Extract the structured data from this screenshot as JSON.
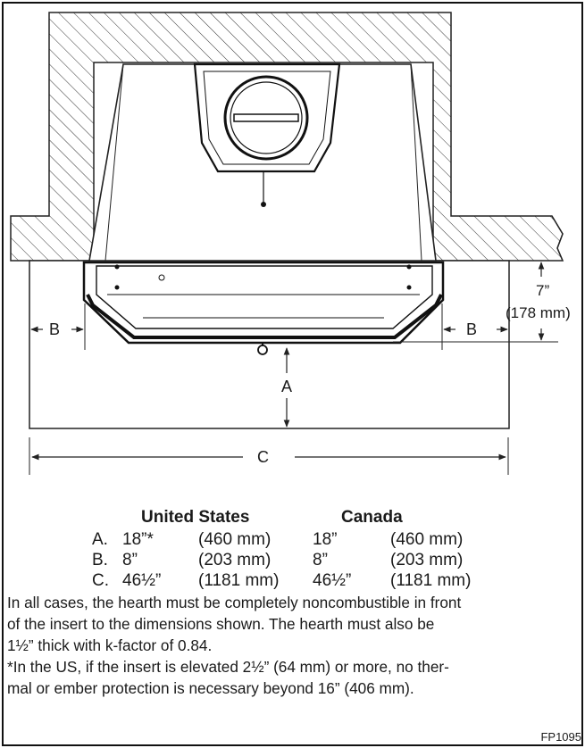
{
  "dimensions": {
    "a_label": "A",
    "b_label": "B",
    "c_label": "C",
    "height_in": "7”",
    "height_mm": "(178 mm)"
  },
  "table": {
    "header_us": "United States",
    "header_canada": "Canada",
    "rows": [
      {
        "letter": "A.",
        "us_in": "18”*",
        "us_mm": "(460 mm)",
        "ca_in": "18”",
        "ca_mm": "(460 mm)"
      },
      {
        "letter": "B.",
        "us_in": "8”",
        "us_mm": "(203 mm)",
        "ca_in": "8”",
        "ca_mm": "(203 mm)"
      },
      {
        "letter": "C.",
        "us_in": "46½”",
        "us_mm": "(1181 mm)",
        "ca_in": "46½”",
        "ca_mm": "(1181 mm)"
      }
    ]
  },
  "notes": {
    "line1": "In all cases, the hearth must be completely noncombustible in front",
    "line2": "of the insert to the dimensions shown. The hearth must also be",
    "line3": "1½” thick with k-factor of 0.84.",
    "line4": "*In the US, if the insert is elevated 2½” (64 mm) or more, no ther-",
    "line5": "mal or ember protection is necessary beyond 16” (406 mm)."
  },
  "figure_code": "FP1095"
}
